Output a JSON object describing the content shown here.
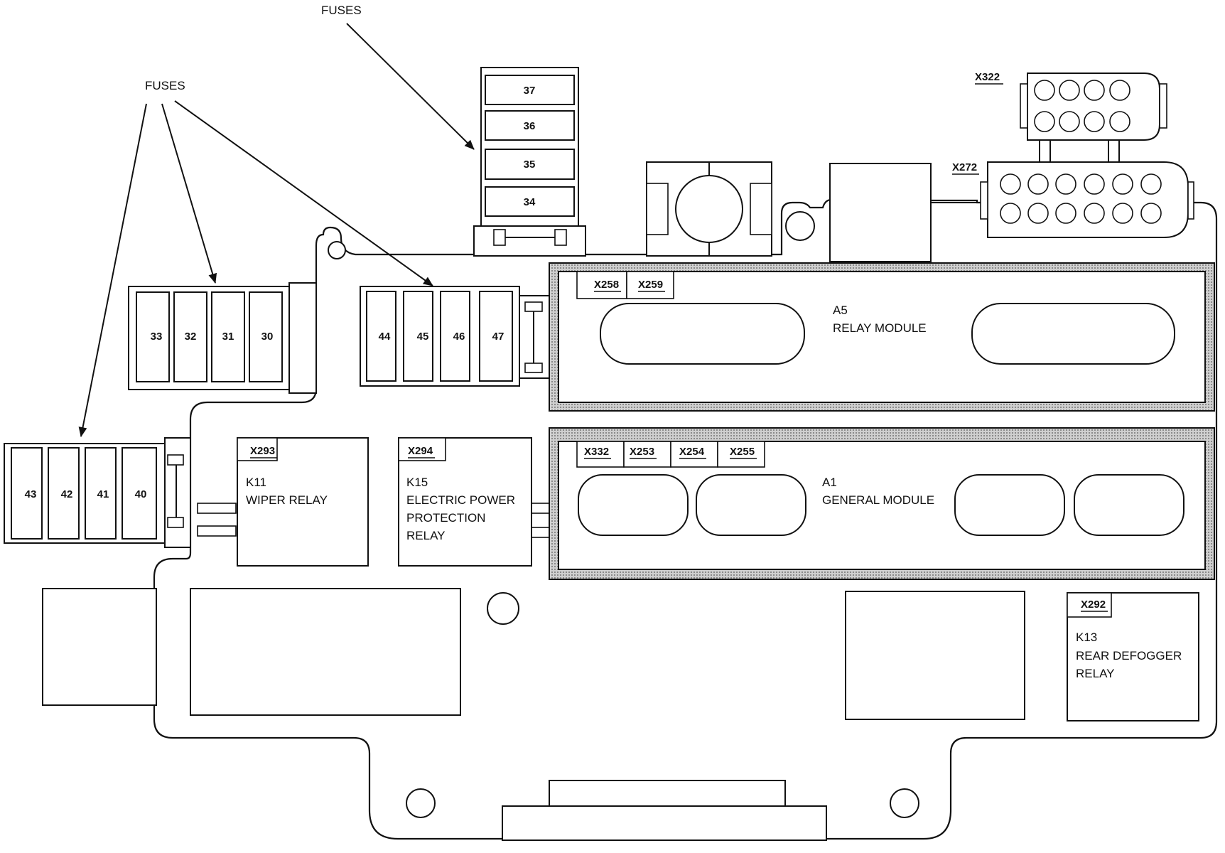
{
  "callouts": {
    "fuses_top": "FUSES",
    "fuses_left": "FUSES"
  },
  "fuse_blocks": {
    "top_stack": [
      "37",
      "36",
      "35",
      "34"
    ],
    "left_upper": [
      "33",
      "32",
      "31",
      "30"
    ],
    "middle": [
      "44",
      "45",
      "46",
      "47"
    ],
    "left_lower": [
      "43",
      "42",
      "41",
      "40"
    ]
  },
  "connectors": {
    "x322": "X322",
    "x272": "X272",
    "x258": "X258",
    "x259": "X259",
    "x332": "X332",
    "x253": "X253",
    "x254": "X254",
    "x255": "X255",
    "x293": "X293",
    "x294": "X294",
    "x292": "X292"
  },
  "modules": {
    "relay_module": {
      "id": "A5",
      "name": "RELAY MODULE"
    },
    "general_module": {
      "id": "A1",
      "name": "GENERAL MODULE"
    }
  },
  "relays": {
    "wiper": {
      "id": "K11",
      "lines": [
        "WIPER RELAY"
      ]
    },
    "power_protection": {
      "id": "K15",
      "lines": [
        "ELECTRIC POWER",
        "PROTECTION",
        "RELAY"
      ]
    },
    "rear_defogger": {
      "id": "K13",
      "lines": [
        "REAR DEFOGGER",
        "RELAY"
      ]
    }
  }
}
